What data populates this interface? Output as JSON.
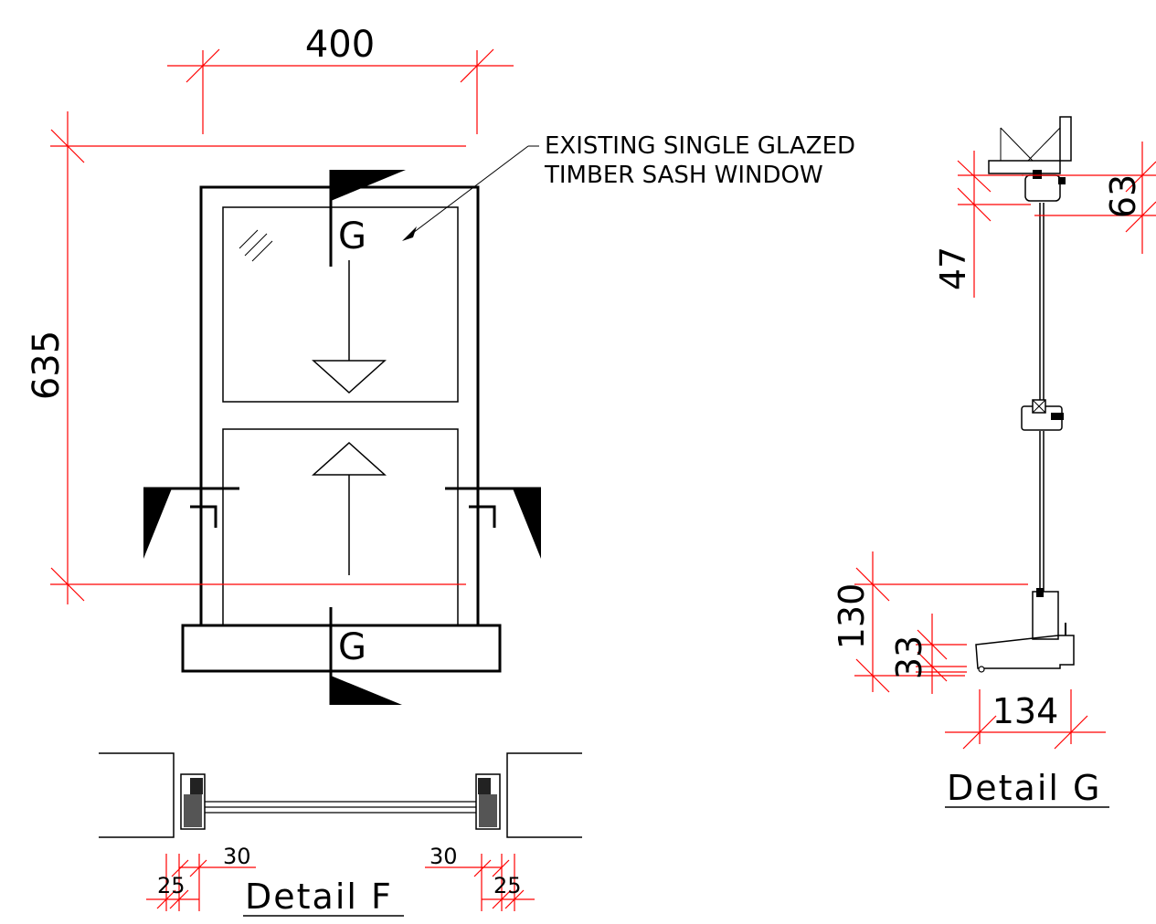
{
  "elevation": {
    "width_dim": "400",
    "height_dim": "635",
    "annotation_line1": "EXISTING SINGLE GLAZED",
    "annotation_line2": "TIMBER SASH WINDOW",
    "section_g_top": "G",
    "section_g_bottom": "G"
  },
  "detail_f": {
    "title": "Detail F",
    "dim_left_30": "30",
    "dim_left_25": "25",
    "dim_right_30": "30",
    "dim_right_25": "25"
  },
  "detail_g": {
    "title": "Detail G",
    "dim_63": "63",
    "dim_47": "47",
    "dim_130": "130",
    "dim_33": "33",
    "dim_134": "134"
  },
  "colors": {
    "dimension": "#ff0000",
    "linework": "#000000",
    "background": "#ffffff"
  }
}
